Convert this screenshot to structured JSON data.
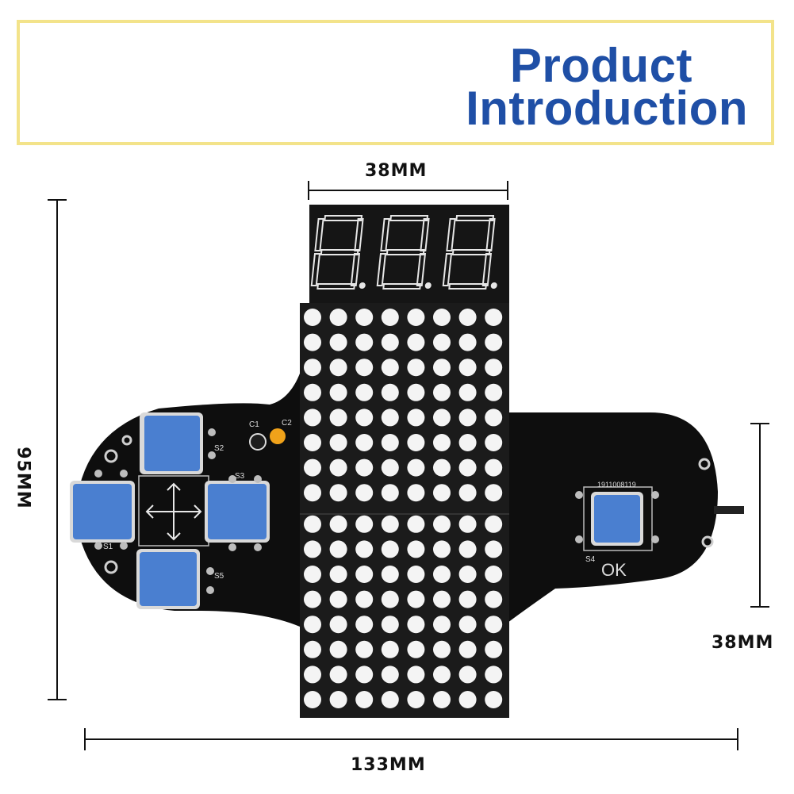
{
  "header": {
    "title_line1": "Product",
    "title_line2": "Introduction",
    "title_color": "#1f4fa6",
    "border_color": "#f3e38a"
  },
  "dimensions": {
    "top_width": "38MM",
    "left_height": "95MM",
    "right_height": "38MM",
    "bottom_width": "133MM"
  },
  "board": {
    "pcb_color": "#0e0e0e",
    "button_color": "#4a7fd0",
    "seven_segment": {
      "digits": 3
    },
    "led_matrix": {
      "rows": 16,
      "cols": 8
    },
    "silkscreen": {
      "s1": "S1",
      "s2": "S2",
      "s3": "S3",
      "s4": "S4",
      "s5": "S5",
      "c1": "C1",
      "c2": "C2",
      "serial": "1911008119",
      "ok": "OK"
    },
    "icons": [
      "dpad-arrows-icon"
    ]
  }
}
